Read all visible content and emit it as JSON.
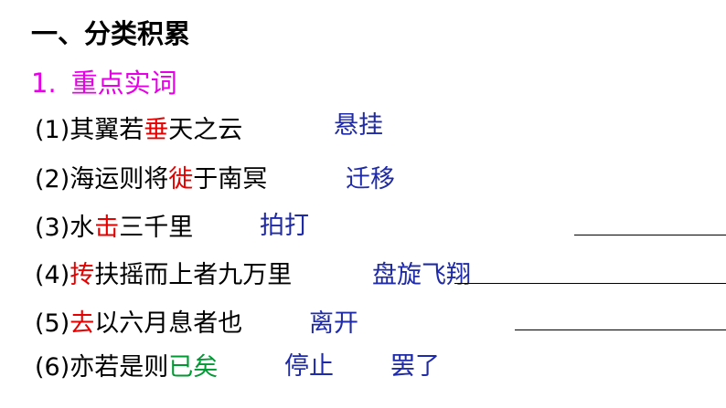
{
  "section_title": "一、分类积累",
  "subsection": {
    "number": "1.",
    "title": "重点实词"
  },
  "items": [
    {
      "num": "(1)",
      "pre": "其翼若",
      "key": "垂",
      "post": "天之云",
      "answer": "悬挂"
    },
    {
      "num": "(2)",
      "pre": "海运则将",
      "key": "徙",
      "post": "于南冥",
      "answer": "迁移"
    },
    {
      "num": "(3)",
      "pre": "水",
      "key": "击",
      "post": "三千里",
      "answer": "拍打"
    },
    {
      "num": "(4)",
      "pre": "",
      "key": "抟",
      "post": "扶摇而上者九万里",
      "answer": "盘旋飞翔"
    },
    {
      "num": "(5)",
      "pre": "",
      "key": "去",
      "post": "以六月息者也",
      "answer": "离开"
    },
    {
      "num": "(6)",
      "pre": "亦若是则",
      "key": "已矣",
      "post": "",
      "answer": "停止",
      "answer2": "罢了"
    }
  ],
  "colors": {
    "subtitle": "#e600e6",
    "highlight": "#e60000",
    "highlight_alt": "#009933",
    "answer": "#1f2aa8"
  }
}
